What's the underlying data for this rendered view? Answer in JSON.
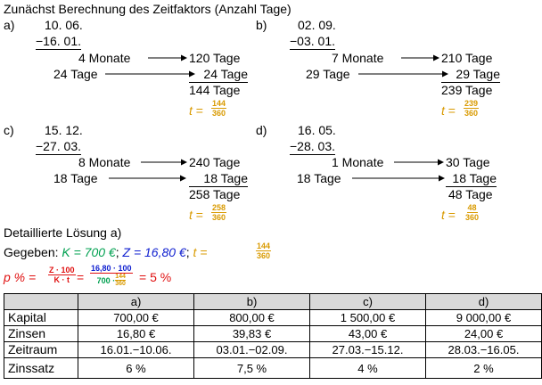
{
  "heading": "Zunächst Berechnung des Zeitfaktors (Anzahl Tage)",
  "parts": {
    "a": {
      "label": "a)",
      "d1": "10.  06.",
      "d2": "−16.  01.",
      "months_left": "4 Monate",
      "months_right": "120 Tage",
      "days_left": "24 Tage",
      "days_right": "24 Tage",
      "total": "144 Tage",
      "t_var": "t",
      "eq": " = ",
      "t_num": "144",
      "t_den": "360"
    },
    "b": {
      "label": "b)",
      "d1": "02.  09.",
      "d2": "−03.  01.",
      "months_left": "7 Monate",
      "months_right": "210 Tage",
      "days_left": "29 Tage",
      "days_right": "29 Tage",
      "total": "239 Tage",
      "t_var": "t",
      "eq": " = ",
      "t_num": "239",
      "t_den": "360"
    },
    "c": {
      "label": "c)",
      "d1": "15.  12.",
      "d2": "−27.  03.",
      "months_left": "8 Monate",
      "months_right": "240 Tage",
      "days_left": "18 Tage",
      "days_right": "18 Tage",
      "total": "258 Tage",
      "t_var": "t",
      "eq": " = ",
      "t_num": "258",
      "t_den": "360"
    },
    "d": {
      "label": "d)",
      "d1": "16.  05.",
      "d2": "−28.  03.",
      "months_left": "1 Monate",
      "months_right": "30 Tage",
      "days_left": "18 Tage",
      "days_right": "18 Tage",
      "total": "48 Tage",
      "t_var": "t",
      "eq": " = ",
      "t_num": "48",
      "t_den": "360"
    }
  },
  "solution": {
    "title": "Detaillierte Lösung a)",
    "given_label": "Gegeben: ",
    "K": "K = 700 €",
    "Z": "Z = 16,80 €",
    "sep": "; ",
    "t_prefix": "t = ",
    "t_num": "144",
    "t_den": "360",
    "p_label": "p % = ",
    "f1_num": "Z · 100",
    "f1_den": "K · t",
    "eq": " = ",
    "f2_num": "16,80 · 100",
    "f2_den_main": "700 · ",
    "f2_den_num": "144",
    "f2_den_den": "360",
    "result": " = 5 %"
  },
  "table": {
    "headers": [
      "",
      "a)",
      "b)",
      "c)",
      "d)"
    ],
    "rows": [
      {
        "label": "Kapital",
        "values": [
          "700,00 €",
          "800,00 €",
          "1 500,00 €",
          "9 000,00 €"
        ]
      },
      {
        "label": "Zinsen",
        "values": [
          "16,80 €",
          "39,83 €",
          "43,00 €",
          "24,00 €"
        ]
      },
      {
        "label": "Zeitraum",
        "values": [
          "16.01.−10.06.",
          "03.01.−02.09.",
          "27.03.−15.12.",
          "28.03.−16.05."
        ]
      },
      {
        "label": "Zinssatz",
        "values": [
          "6 %",
          "7,5 %",
          "4 %",
          "2 %"
        ]
      }
    ]
  },
  "colors": {
    "gold": "#d99a00",
    "green": "#00a050",
    "blue": "#1020d0",
    "red": "#e01010"
  }
}
